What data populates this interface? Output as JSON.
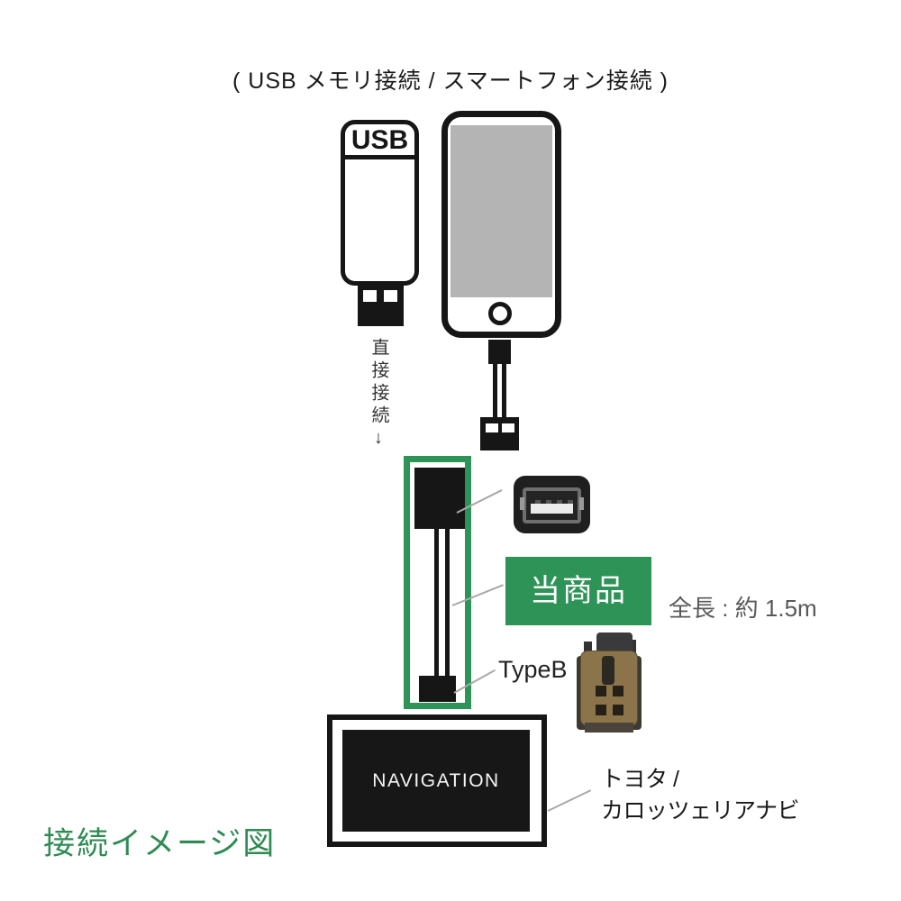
{
  "page": {
    "title": "( USB メモリ接続 / スマートフォン接続 )",
    "caption": "接続イメージ図"
  },
  "usb_memory": {
    "label": "USB",
    "connection_note": "直接接続↓"
  },
  "product": {
    "label": "当商品",
    "length_note": "全長 : 約 1.5m",
    "connector_label": "TypeB"
  },
  "navigation": {
    "screen_label": "NAVIGATION",
    "compat_line1": "トヨタ /",
    "compat_line2": "カロッツェリアナビ"
  },
  "colors": {
    "green": "#2e9357",
    "caption_green": "#2e8b52",
    "gray_text": "#595959"
  }
}
